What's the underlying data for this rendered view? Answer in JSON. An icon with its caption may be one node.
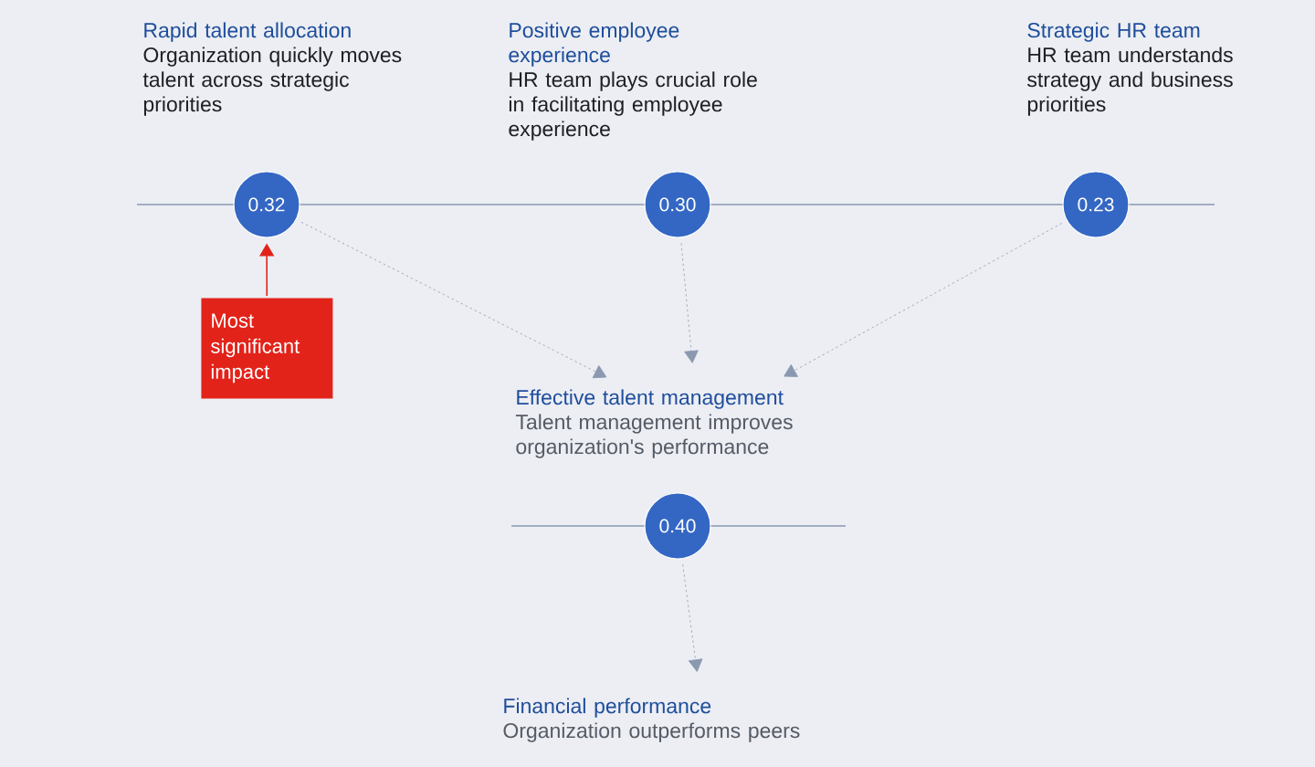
{
  "diagram": {
    "nodes": [
      {
        "text": [
          "Rapid talent allocation",
          "Organization quickly moves talent across strategic priorities"
        ]
      },
      {
        "text": [
          "Positive employee experience",
          "HR team plays crucial role in facilitating employee experience"
        ]
      },
      {
        "text": [
          "Strategic HR team",
          "HR team understands strategy and business priorities"
        ]
      },
      {
        "text": [
          "0.32"
        ]
      },
      {
        "text": [
          "0.30"
        ]
      },
      {
        "text": [
          "0.23"
        ]
      },
      {
        "text": [
          "Most significant impact"
        ]
      },
      {
        "text": [
          "Effective talent management",
          "Talent management improves organization's performance"
        ]
      },
      {
        "text": [
          "0.40"
        ]
      },
      {
        "text": [
          "Financial performance",
          "Organization outperforms peers"
        ]
      }
    ],
    "edges": [
      {
        "from": 3,
        "to": 7,
        "arrow": "to",
        "style": "dashed"
      },
      {
        "from": 4,
        "to": 7,
        "arrow": "to",
        "style": "dashed"
      },
      {
        "from": 5,
        "to": 7,
        "arrow": "to",
        "style": "dashed"
      },
      {
        "from": 6,
        "to": 3,
        "arrow": "to",
        "color": "#e2231a"
      },
      {
        "from": 8,
        "to": 9,
        "arrow": "to",
        "style": "dashed"
      }
    ]
  }
}
